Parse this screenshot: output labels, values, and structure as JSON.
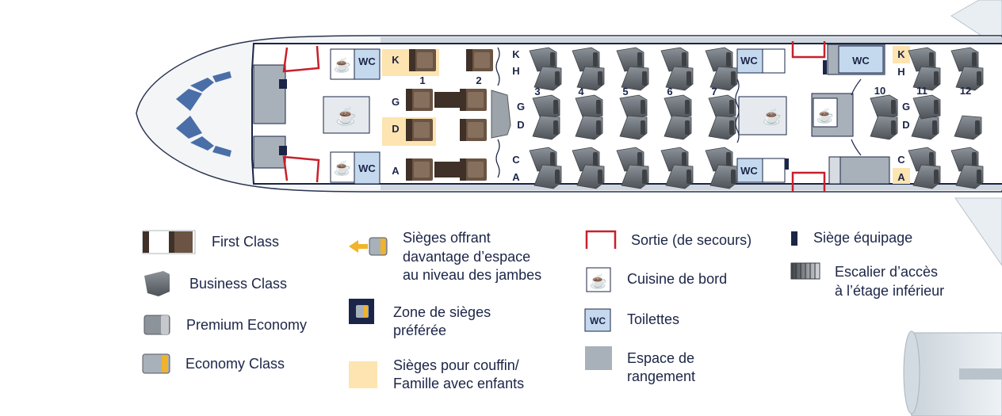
{
  "plane": {
    "wc_label": "WC",
    "rows": [
      "1",
      "2",
      "3",
      "4",
      "5",
      "6",
      "7",
      "10",
      "11",
      "12"
    ],
    "letters": {
      "first_top": "K",
      "first_mid_top": "G",
      "first_mid_bot": "D",
      "first_bot": "A",
      "biz_left_1": "K",
      "biz_left_2": "H",
      "biz_left_3": "G",
      "biz_left_4": "D",
      "biz_left_5": "C",
      "biz_left_6": "A",
      "biz_right_1": "K",
      "biz_right_2": "H",
      "biz_right_3": "G",
      "biz_right_4": "D",
      "biz_right_5": "C",
      "biz_right_6": "A"
    }
  },
  "legend": {
    "first_class": "First Class",
    "business_class": "Business Class",
    "premium_economy": "Premium Economy",
    "economy_class": "Economy Class",
    "extra_legroom_1": "Sièges offrant",
    "extra_legroom_2": "davantage d’espace",
    "extra_legroom_3": "au niveau des jambes",
    "preferred_1": "Zone de sièges",
    "preferred_2": "préférée",
    "bassinet_1": "Sièges pour couffin/",
    "bassinet_2": "Famille avec enfants",
    "exit": "Sortie (de secours)",
    "galley": "Cuisine de bord",
    "toilets": "Toilettes",
    "toilets_icon": "WC",
    "storage_1": "Espace de",
    "storage_2": "rangement",
    "crew_seat": "Siège équipage",
    "stairs_1": "Escalier d’accès",
    "stairs_2": "à l’étage inférieur"
  },
  "colors": {
    "navy": "#1b2547",
    "seat_dark": "#55595f",
    "first_brown": "#6b5443",
    "bassinet": "#fde4b0",
    "exit_red": "#c8202b",
    "wc_blue": "#c5d9ee",
    "storage_grey": "#a8b1b9",
    "fuselage": "#f3f5f7"
  }
}
